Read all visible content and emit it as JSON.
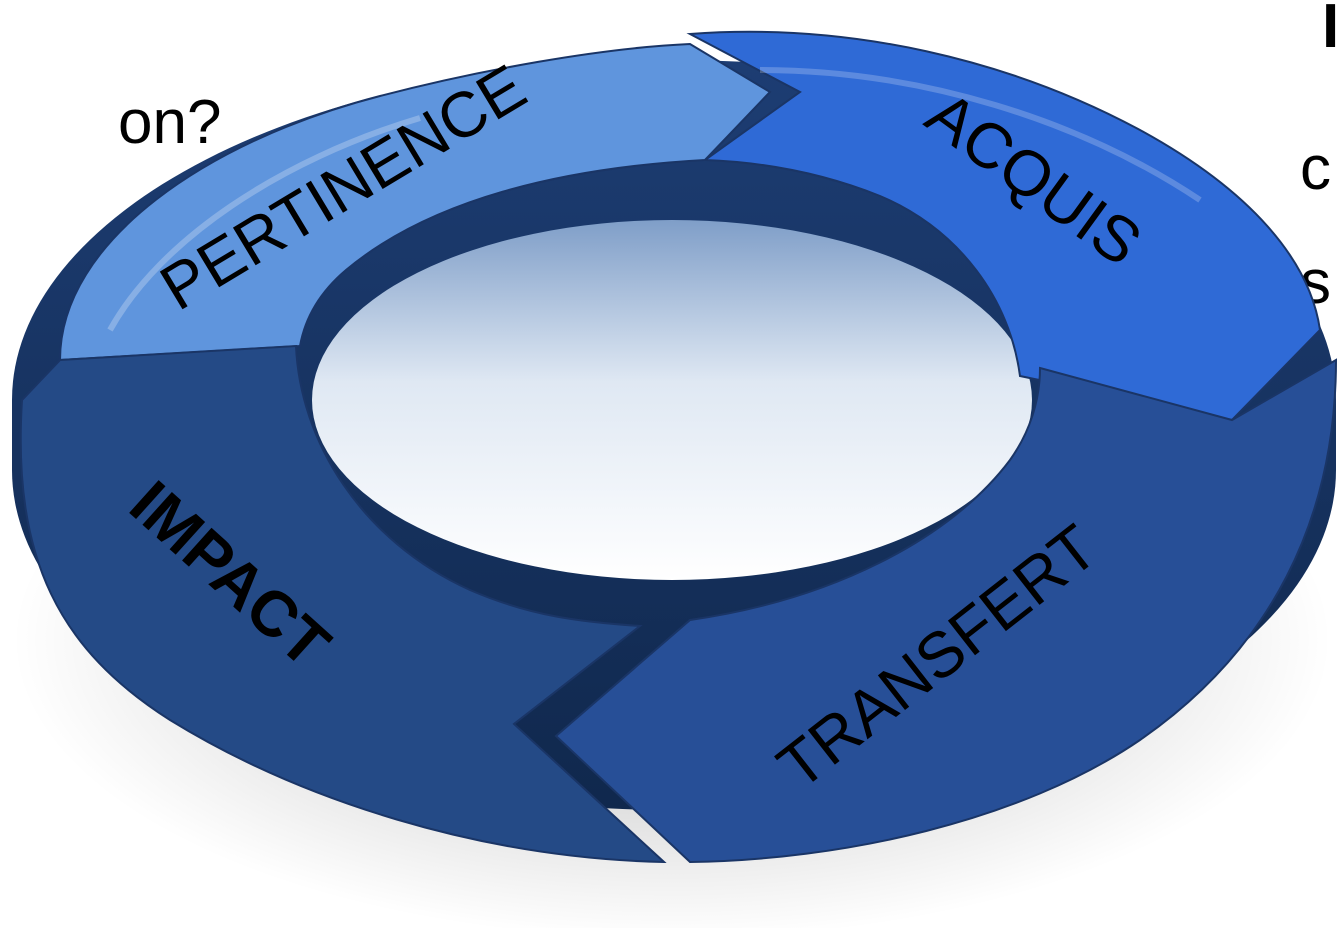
{
  "left_fragment": "on?",
  "right_fragments": [
    "I",
    "c",
    "s"
  ],
  "segments": [
    {
      "label": "PERTINENCE",
      "color": "#5f95dd"
    },
    {
      "label": "ACQUIS",
      "color": "#2f6ad6"
    },
    {
      "label": "TRANSFERT",
      "color": "#274f97"
    },
    {
      "label": "IMPACT",
      "color": "#244a86",
      "bold": true
    }
  ]
}
